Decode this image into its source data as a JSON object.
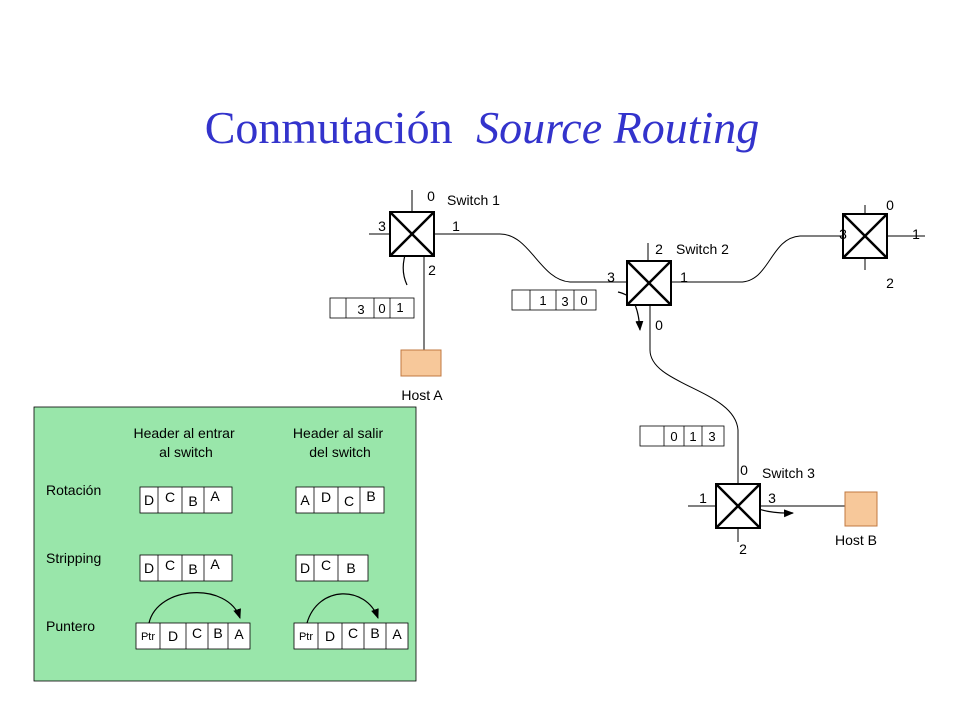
{
  "title": {
    "main": "Conmutación",
    "italic": "Source Routing"
  },
  "colors": {
    "title": "#3333cc",
    "box_fill": "#f7c89a",
    "box_stroke": "#c07840",
    "panel_fill": "#99e6aa",
    "line": "#000000"
  },
  "switches": [
    {
      "name": "Switch 1",
      "ports": {
        "top": "0",
        "right": "1",
        "bottom": "2",
        "left": "3"
      }
    },
    {
      "name": "Switch 2",
      "ports": {
        "top": "2",
        "right": "1",
        "bottom": "0",
        "left": "3"
      }
    },
    {
      "name": "",
      "ports": {
        "top": "0",
        "right": "1",
        "bottom": "2",
        "left": "3"
      }
    },
    {
      "name": "Switch 3",
      "ports": {
        "top": "0",
        "right": "3",
        "bottom": "2",
        "left": "1"
      }
    }
  ],
  "hosts": [
    {
      "label": "Host A"
    },
    {
      "label": "Host B"
    }
  ],
  "headers": [
    {
      "cells": [
        "3",
        "0",
        "1"
      ]
    },
    {
      "cells": [
        "1",
        "3",
        "0"
      ]
    },
    {
      "cells": [
        "0",
        "1",
        "3"
      ]
    }
  ],
  "panel": {
    "col_in": [
      "Header al entrar",
      "al switch"
    ],
    "col_out": [
      "Header al salir",
      "del switch"
    ],
    "rows": [
      {
        "label": "Rotación",
        "in": [
          "D",
          "C",
          "B",
          "A"
        ],
        "out": [
          "A",
          "D",
          "C",
          "B"
        ]
      },
      {
        "label": "Stripping",
        "in": [
          "D",
          "C",
          "B",
          "A"
        ],
        "out": [
          "D",
          "C",
          "B"
        ]
      },
      {
        "label": "Puntero",
        "in_ptr": "Ptr",
        "in": [
          "D",
          "C",
          "B",
          "A"
        ],
        "out_ptr": "Ptr",
        "out": [
          "D",
          "C",
          "B",
          "A"
        ]
      }
    ]
  }
}
